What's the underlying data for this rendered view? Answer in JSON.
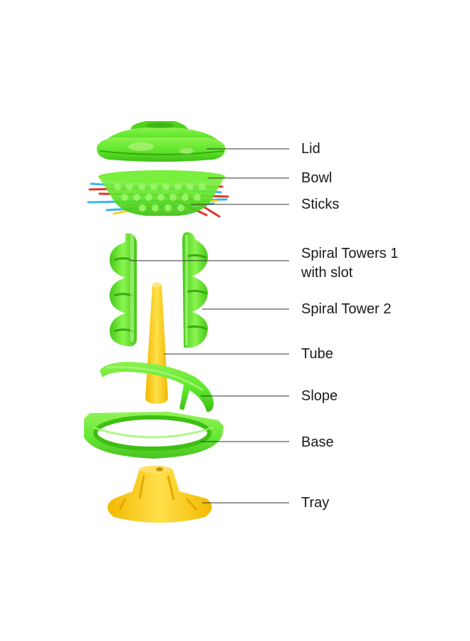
{
  "labels": {
    "lid": "Lid",
    "bowl": "Bowl",
    "sticks": "Sticks",
    "spiral_tower_1": "Spiral Towers 1\nwith slot",
    "spiral_tower_2": "Spiral Tower 2",
    "tube": "Tube",
    "slope": "Slope",
    "base": "Base",
    "tray": "Tray"
  },
  "colors": {
    "green_plastic": "#5de62a",
    "green_dark": "#3fbf14",
    "yellow_plastic": "#ffd21f",
    "yellow_dark": "#f2b800",
    "stick_red": "#e0342b",
    "stick_blue": "#35b6f0",
    "stick_yellow": "#f7d21c",
    "leader_line": "#333333"
  }
}
